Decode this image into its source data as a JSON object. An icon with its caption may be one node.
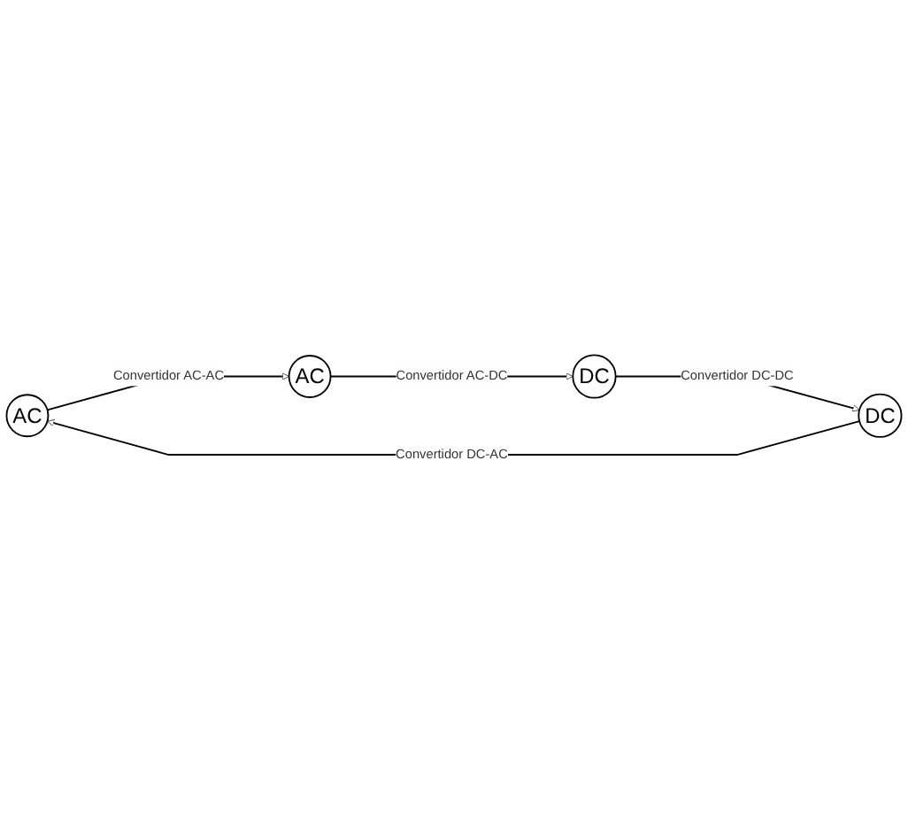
{
  "diagram": {
    "nodes": [
      {
        "text": [
          "AC"
        ]
      },
      {
        "text": [
          "AC"
        ]
      },
      {
        "text": [
          "DC"
        ]
      },
      {
        "text": [
          "DC"
        ]
      }
    ],
    "edges": [
      {
        "from": 0,
        "to": 1,
        "arrow": "to",
        "label": "Convertidor AC-AC"
      },
      {
        "from": 1,
        "to": 2,
        "arrow": "to",
        "label": "Convertidor AC-DC"
      },
      {
        "from": 2,
        "to": 3,
        "arrow": "to",
        "label": "Convertidor DC-DC"
      },
      {
        "from": 3,
        "to": 0,
        "arrow": "to",
        "label": "Convertidor DC-AC"
      }
    ]
  }
}
